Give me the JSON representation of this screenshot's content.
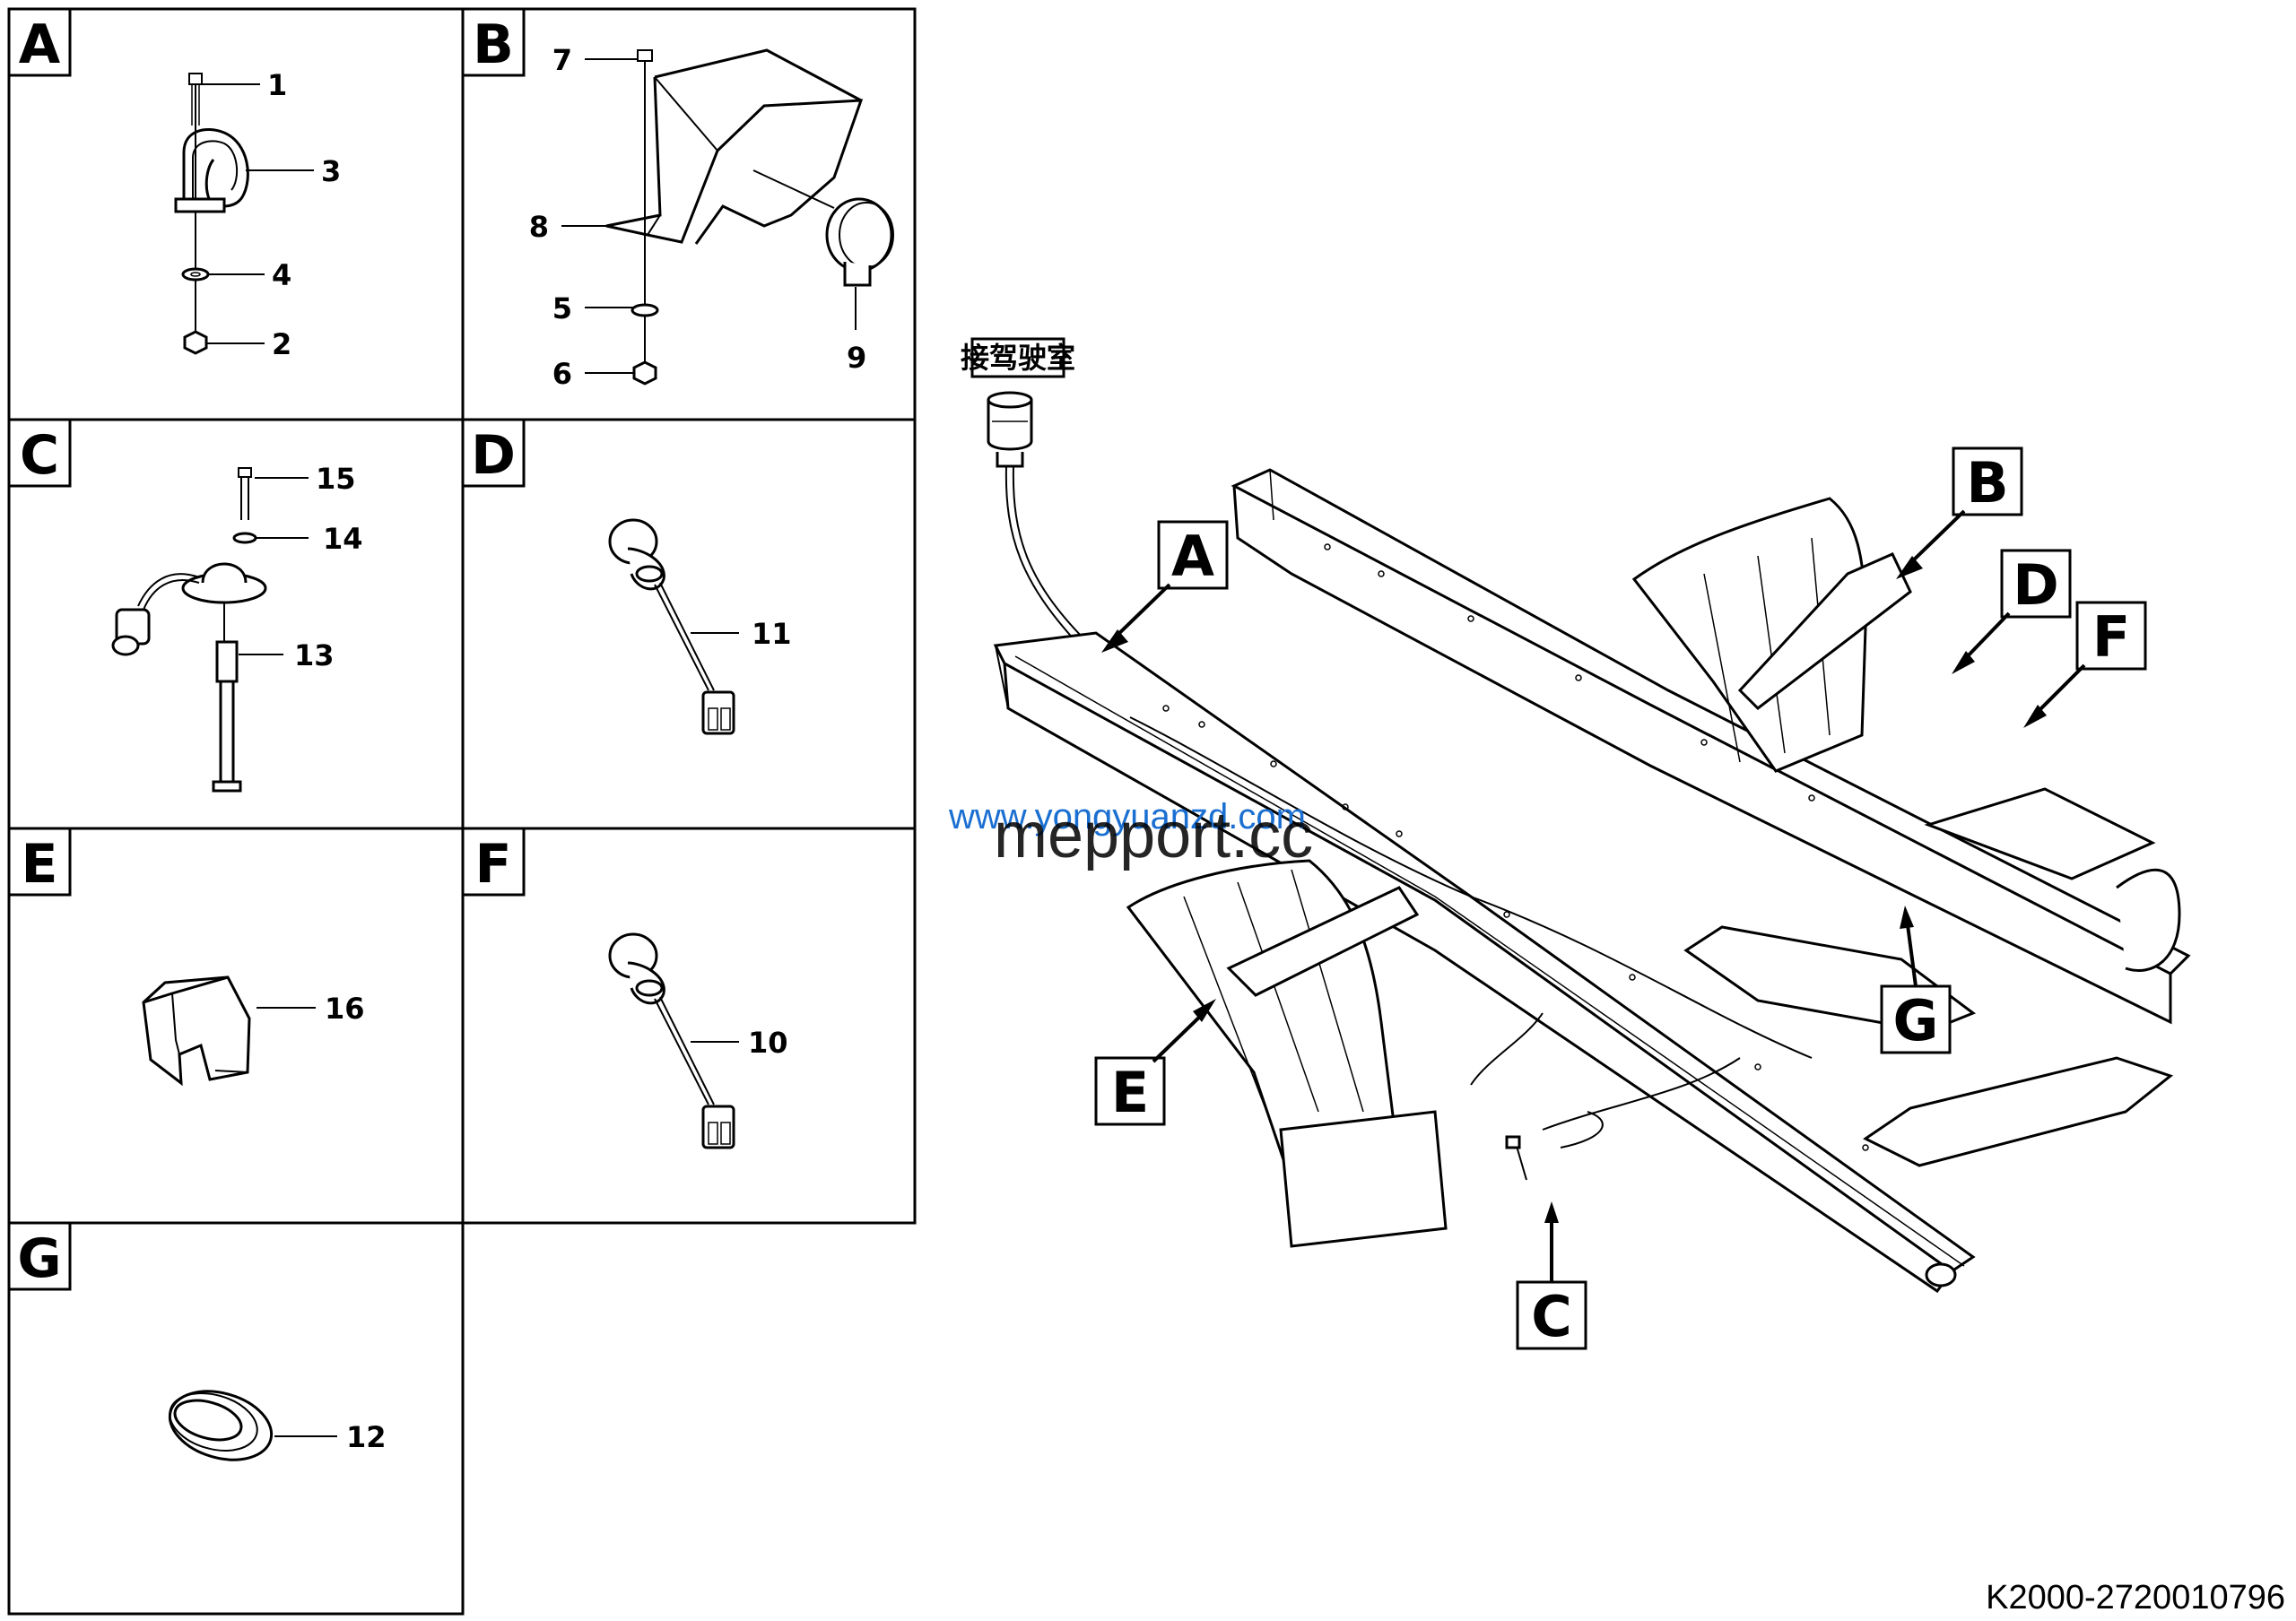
{
  "panels": [
    {
      "letter": "A",
      "callouts": [
        "1",
        "3",
        "4",
        "2"
      ]
    },
    {
      "letter": "B",
      "callouts": [
        "7",
        "8",
        "5",
        "6",
        "9"
      ]
    },
    {
      "letter": "C",
      "callouts": [
        "15",
        "14",
        "13"
      ]
    },
    {
      "letter": "D",
      "callouts": [
        "11"
      ]
    },
    {
      "letter": "E",
      "callouts": [
        "16"
      ]
    },
    {
      "letter": "F",
      "callouts": [
        "10"
      ]
    },
    {
      "letter": "G",
      "callouts": [
        "12"
      ]
    }
  ],
  "assembly": {
    "tags": [
      "A",
      "B",
      "D",
      "F",
      "G",
      "E",
      "C"
    ],
    "chinese_label": "接驾驶室"
  },
  "watermarks": {
    "url": "www.yongyuanzd.com",
    "brand": "mepport.cc"
  },
  "part_number": "K2000-2720010796"
}
